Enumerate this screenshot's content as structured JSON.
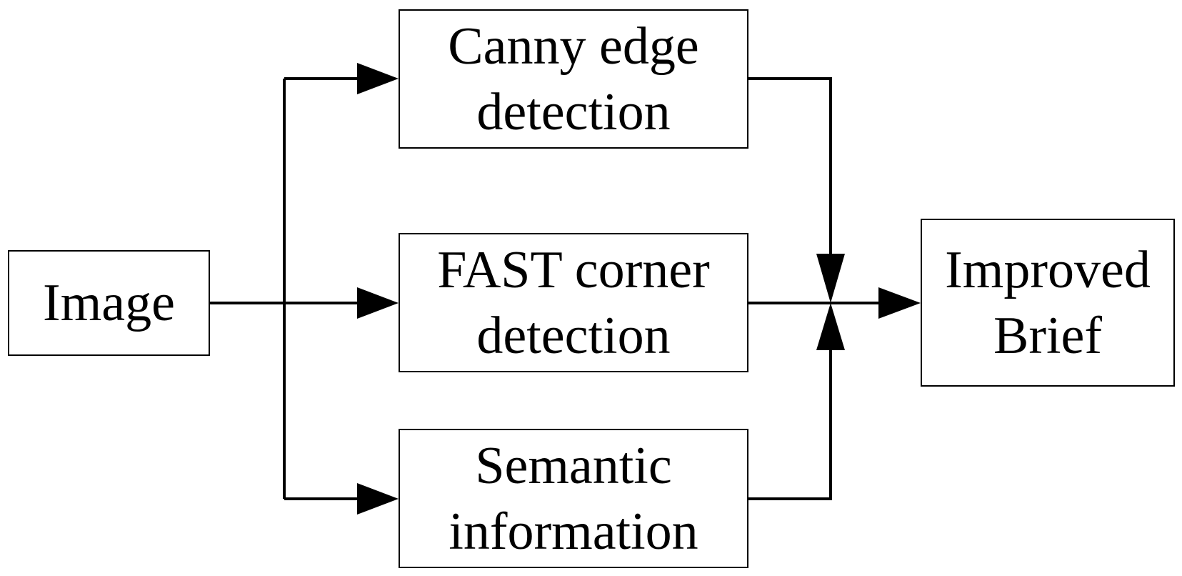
{
  "diagram": {
    "nodes": {
      "image": {
        "lines": [
          "Image"
        ]
      },
      "canny": {
        "lines": [
          "Canny edge",
          "detection"
        ]
      },
      "fast": {
        "lines": [
          "FAST corner",
          "detection"
        ]
      },
      "semantic": {
        "lines": [
          "Semantic",
          "information"
        ]
      },
      "brief": {
        "lines": [
          "Improved",
          "Brief"
        ]
      }
    },
    "edges": [
      {
        "from": "image",
        "to": "canny"
      },
      {
        "from": "image",
        "to": "fast"
      },
      {
        "from": "image",
        "to": "semantic"
      },
      {
        "from": "canny",
        "to": "brief"
      },
      {
        "from": "fast",
        "to": "brief"
      },
      {
        "from": "semantic",
        "to": "brief"
      }
    ],
    "colors": {
      "line": "#000000",
      "box_border": "#000000",
      "background": "#ffffff"
    }
  }
}
